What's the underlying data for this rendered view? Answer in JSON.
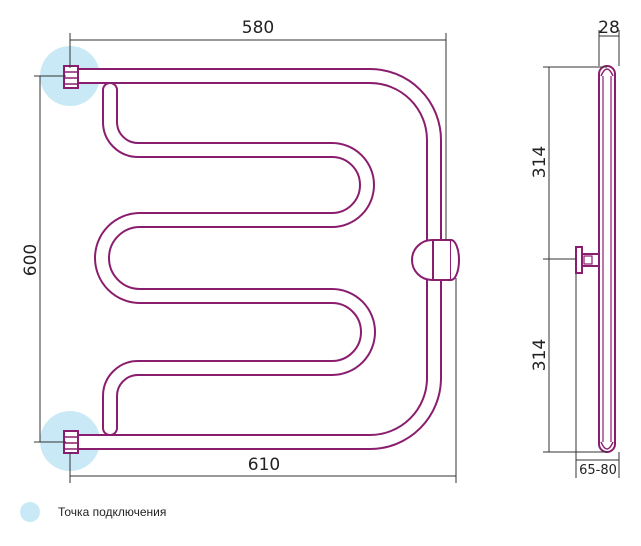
{
  "dimensions": {
    "top_width": "580",
    "bottom_width": "610",
    "height": "600",
    "side_depth": "28",
    "upper_half": "314",
    "lower_half": "314",
    "wall_distance": "65-80"
  },
  "legend": {
    "label": "Точка подключения"
  },
  "colors": {
    "pipe_outer": "#8a1d6e",
    "pipe_fill": "#ffffff",
    "connection_point": "#c9e9f6",
    "dimension_line": "#333333"
  }
}
